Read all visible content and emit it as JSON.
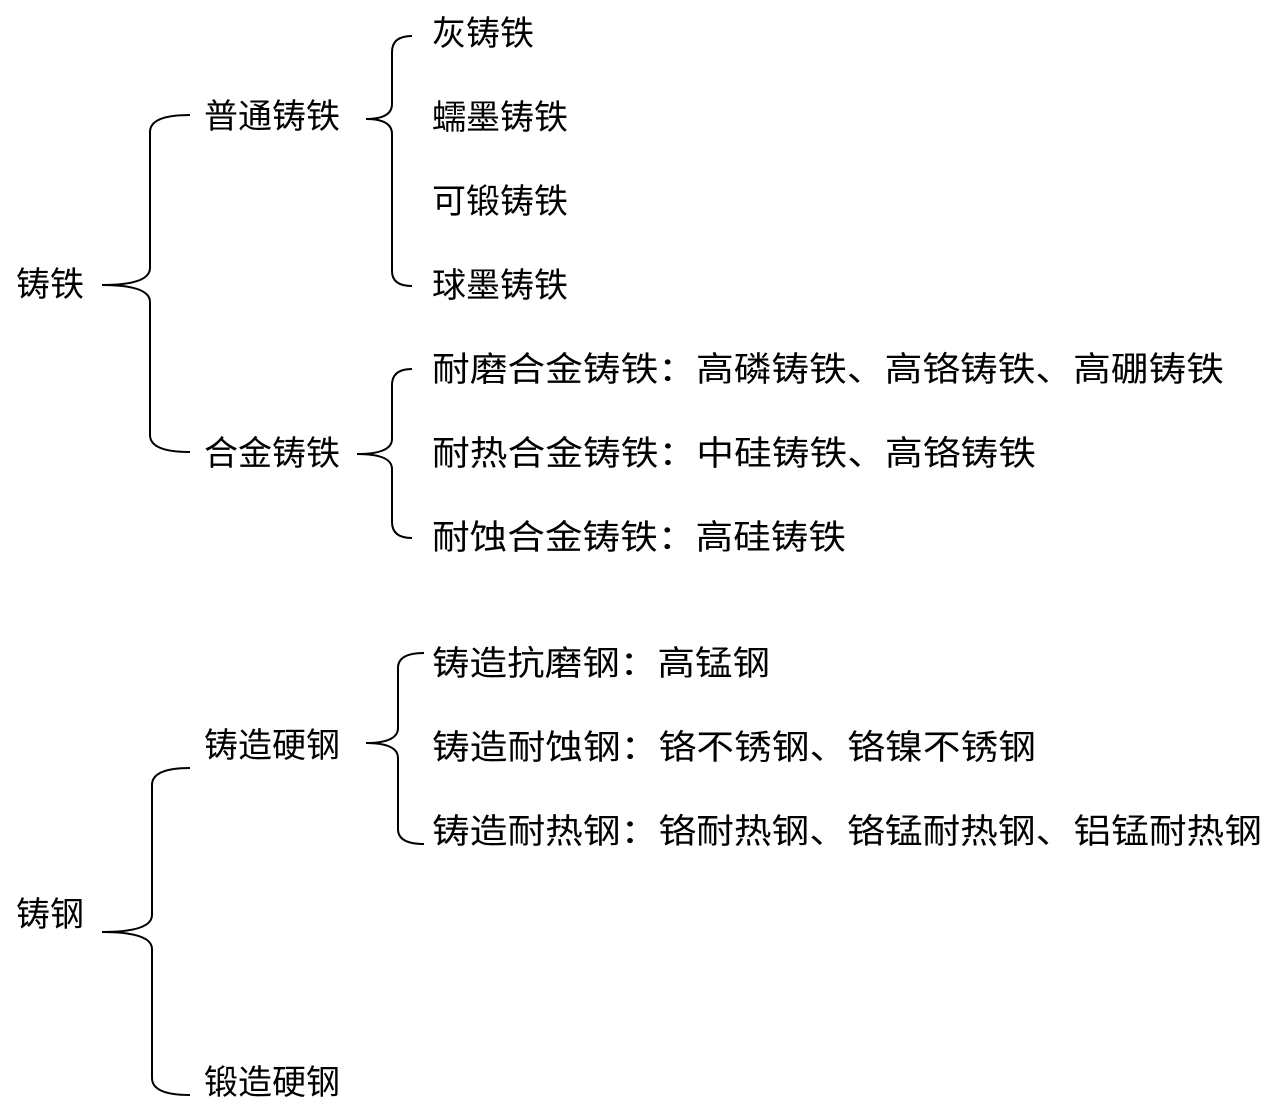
{
  "nodes": {
    "cast_iron": "铸铁",
    "ordinary_cast_iron": "普通铸铁",
    "alloy_cast_iron": "合金铸铁",
    "gray_iron": "灰铸铁",
    "vermicular_iron": "蠕墨铸铁",
    "malleable_iron": "可锻铸铁",
    "nodular_iron": "球墨铸铁",
    "wear_resistant_iron": "耐磨合金铸铁：高磷铸铁、高铬铸铁、高硼铸铁",
    "heat_resistant_iron": "耐热合金铸铁：中硅铸铁、高铬铸铁",
    "corrosion_resistant_iron": "耐蚀合金铸铁：高硅铸铁",
    "cast_steel": "铸钢",
    "cast_hard_steel": "铸造硬钢",
    "forged_hard_steel": "锻造硬钢",
    "cast_wear_steel": "铸造抗磨钢：高锰钢",
    "cast_corrosion_steel": "铸造耐蚀钢：铬不锈钢、铬镍不锈钢",
    "cast_heat_steel": "铸造耐热钢：铬耐热钢、铬锰耐热钢、铝锰耐热钢"
  }
}
